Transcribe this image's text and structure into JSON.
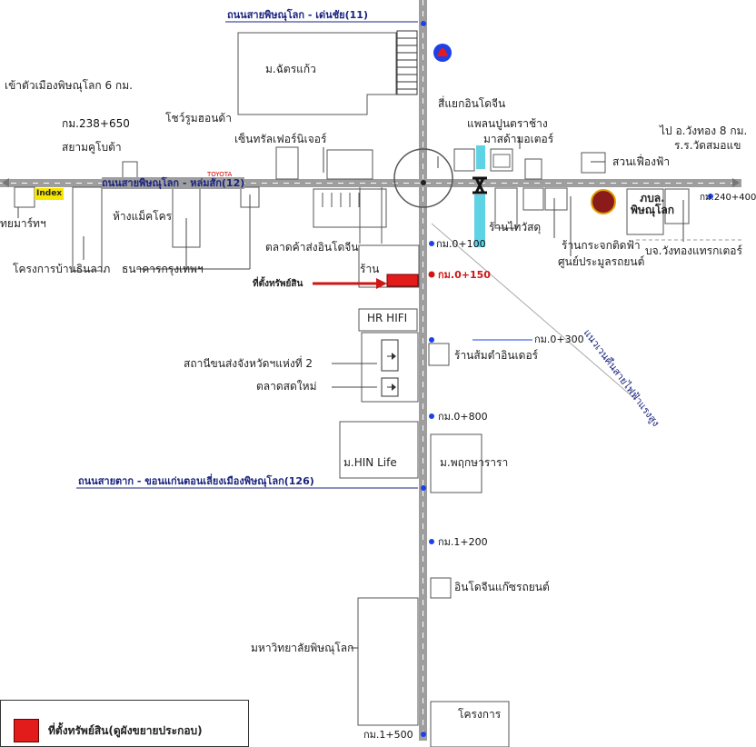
{
  "roads": {
    "top_road": "ถนนสายพิษณุโลก - เด่นชัย(11)",
    "main_road": "ถนนสายพิษณุโลก - หล่มสัก(12)",
    "ring_road": "ถนนสายตาก - ขอนแก่นตอนเลี่ยงเมืองพิษณุโลก(126)",
    "railway": "แนวเวนคืนสายไฟฟ้าแรงสูง"
  },
  "km_markers": {
    "km_238": "กม.238+650",
    "km_240": "กม.240+400",
    "km_0100": "กม.0+100",
    "km_0150": "กม.0+150",
    "km_0300": "กม.0+300",
    "km_0800": "กม.0+800",
    "km_1200": "กม.1+200",
    "km_1500": "กม.1+500"
  },
  "places": {
    "chatkaeo": "ม.ฉัตรแก้ว",
    "to_city": "เข้าตัวเมืองพิษณุโลก 6 กม.",
    "siam_kubota": "สยามคูโบต้า",
    "toyota_showroom": "โชว์รูมฮอนด้า",
    "central_furniture": "เซ็นทรัลเฟอร์นิเจอร์",
    "indochina_junction": "สี่แยกอินโดจีน",
    "chang_cement": "แพลนปูนตราช้าง",
    "mazda": "มาสด้ามอเตอร์",
    "to_wangthong": "ไป อ.วังทอง 8 กม.",
    "wat_school": "ร.ร.วัดสมอแข",
    "suan_fueangfa": "สวนเฟื่องฟ้า",
    "mart": "ทยมาร์ทฯ",
    "makro": "ห้างแม็คโคร",
    "baan_thinlarp": "โครงการบ้านธินลาภ",
    "bangkok_bank": "ธนาคารกรุงเทพฯ",
    "indochina_market": "ตลาดค้าส่งอินโดจีน",
    "shop_1": "ร้าน",
    "property": "ที่ตั้งทรัพย์สิน",
    "hr_hifi": "HR HIFI",
    "police_station": "สถานีขนส่งจังหวัดฯแห่งที่ 2",
    "new_market": "ตลาดสดใหม่",
    "shop_vichai": "ร้านไทวัสดุ",
    "shop_glass": "ร้านกระจกติดฟ้า",
    "service_center": "ศูนย์ประมูลรถยนต์",
    "wangthong_co": "บจ.วังทองแทรกเตอร์",
    "police_phitsanulok": "ภบล.\nพิษณุโลก",
    "shop_indoor": "ร้านส้มตำอินเดอร์",
    "hin_life": "ม.HIN Life",
    "pruksa": "ม.พฤกษารารา",
    "indochina_glass": "อินโดจีนแก๊ซรถยนต์",
    "university": "มหาวิทยาลัยพิษณุโลก",
    "project": "โครงการ"
  },
  "logos": {
    "dolex": "Index",
    "toyota": "TOYOTA"
  },
  "legend": {
    "label": "ที่ตั้งทรัพย์สิน(ดูผังขยายประกอบ)",
    "color": "#e21b1b"
  },
  "colors": {
    "road_gray": "#9e9e9e",
    "road_blue": "#1a237e",
    "marker_blue": "#1e40e8",
    "marker_red": "#d01515",
    "water_cyan": "#5fd3e6"
  }
}
